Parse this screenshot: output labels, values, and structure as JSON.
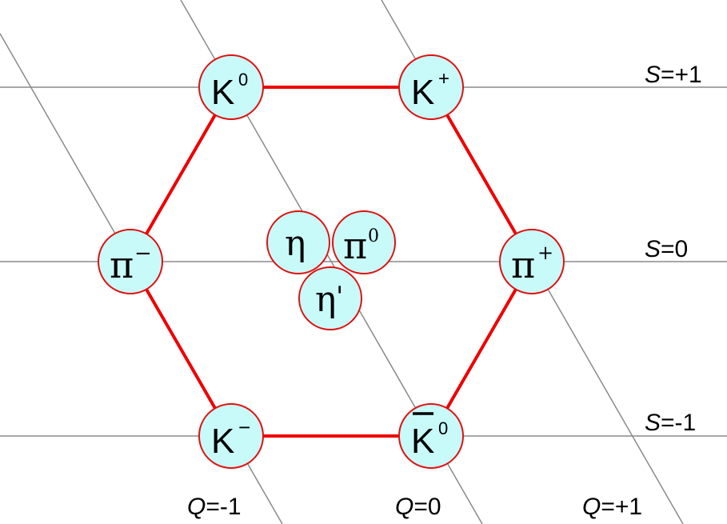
{
  "strangeness_labels": {
    "s_plus1": "S=+1",
    "s_zero": "S=0",
    "s_minus1": "S=-1"
  },
  "charge_labels": {
    "q_minus1": "Q=-1",
    "q_zero": "Q=0",
    "q_plus1": "Q=+1"
  },
  "particles": {
    "k0": "K0",
    "k_plus": "K+",
    "pi_minus": "π−",
    "pi_plus": "π+",
    "k_minus": "K−",
    "k0_bar": "K̄0",
    "eta": "η",
    "pi0": "π0",
    "eta_prime": "η'"
  },
  "colors": {
    "hexagon_edge": "#ee0000",
    "circle_fill": "#c8fafa",
    "circle_stroke": "#e01010",
    "grid_line": "#8a8a8a"
  }
}
